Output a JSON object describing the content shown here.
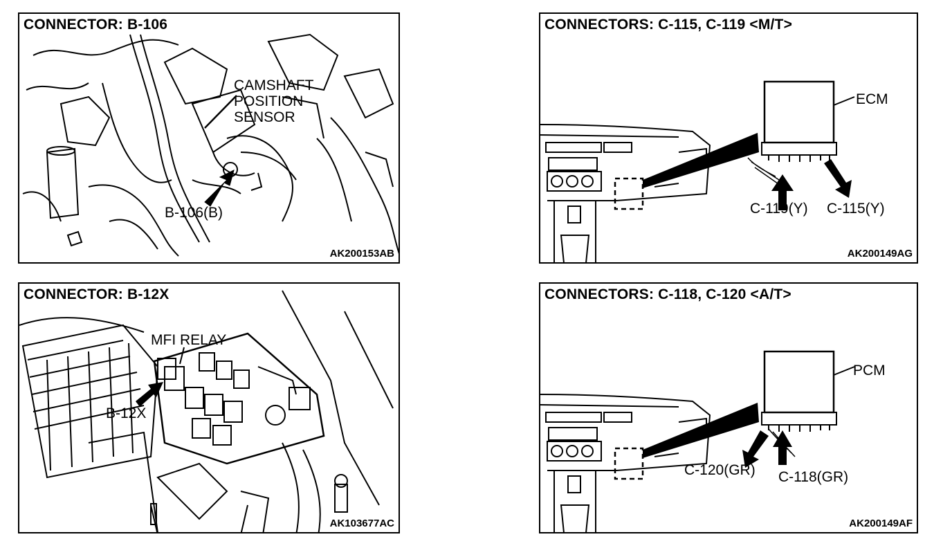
{
  "panels": [
    {
      "title": "CONNECTOR: B-106",
      "labels": [
        "CAMSHAFT",
        "POSITION",
        "SENSOR",
        "B-106(B)"
      ],
      "code": "AK200153AB"
    },
    {
      "title": "CONNECTORS: C-115, C-119 <M/T>",
      "labels": [
        "ECM",
        "C-119(Y)",
        "C-115(Y)"
      ],
      "code": "AK200149AG"
    },
    {
      "title": "CONNECTOR: B-12X",
      "labels": [
        "MFI RELAY",
        "B-12X"
      ],
      "code": "AK103677AC"
    },
    {
      "title": "CONNECTORS: C-118, C-120 <A/T>",
      "labels": [
        "PCM",
        "C-120(GR)",
        "C-118(GR)"
      ],
      "code": "AK200149AF"
    }
  ]
}
